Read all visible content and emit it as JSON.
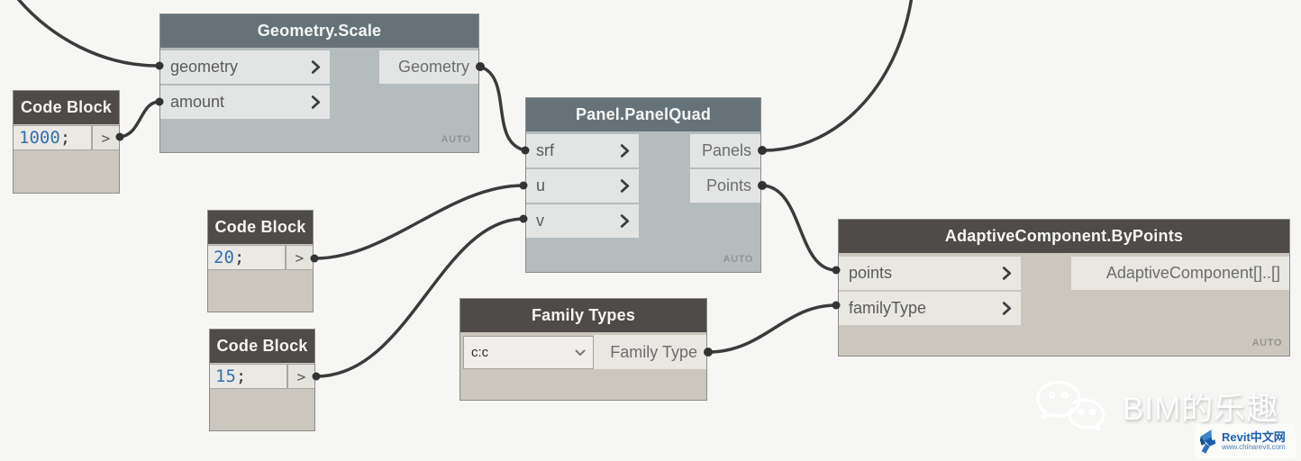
{
  "canvas": {
    "background_color": "#f6f6f4",
    "wire_color": "#3b3b3b",
    "slate_header_color": "#657379",
    "dark_header_color": "#4e4b48",
    "code_number_color": "#3470af"
  },
  "nodes": {
    "geometry_scale": {
      "title": "Geometry.Scale",
      "inputs": [
        "geometry",
        "amount"
      ],
      "outputs": [
        "Geometry"
      ],
      "lacing": "AUTO"
    },
    "code_block_1000": {
      "title": "Code Block",
      "code": "1000",
      "suffix": ";",
      "port_glyph": ">"
    },
    "code_block_20": {
      "title": "Code Block",
      "code": "20",
      "suffix": ";",
      "port_glyph": ">"
    },
    "code_block_15": {
      "title": "Code Block",
      "code": "15",
      "suffix": ";",
      "port_glyph": ">"
    },
    "panel_panelquad": {
      "title": "Panel.PanelQuad",
      "inputs": [
        "srf",
        "u",
        "v"
      ],
      "outputs": [
        "Panels",
        "Points"
      ],
      "lacing": "AUTO"
    },
    "family_types": {
      "title": "Family Types",
      "dropdown_value": "c:c",
      "outputs": [
        "Family Type"
      ]
    },
    "adaptive_component": {
      "title": "AdaptiveComponent.ByPoints",
      "inputs": [
        "points",
        "familyType"
      ],
      "outputs": [
        "AdaptiveComponent[]..[]"
      ],
      "lacing": "AUTO"
    }
  },
  "watermark": {
    "text": "BIM的乐趣"
  },
  "site_logo": {
    "title": "Revit中文网",
    "url": "www.chinarevit.com"
  }
}
